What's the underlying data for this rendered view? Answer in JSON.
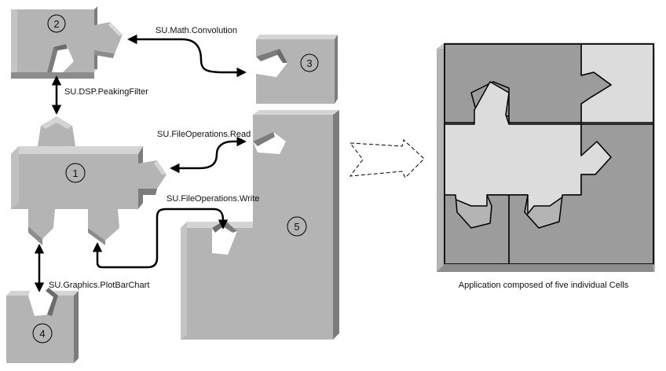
{
  "connections": {
    "convolution": "SU.Math.Convolution",
    "peaking_filter": "SU.DSP.PeakingFilter",
    "file_read": "SU.FileOperations.Read",
    "file_write": "SU.FileOperations.Write",
    "plot_bar_chart": "SU.Graphics.PlotBarChart"
  },
  "cells": {
    "cell1": "1",
    "cell2": "2",
    "cell3": "3",
    "cell4": "4",
    "cell5": "5"
  },
  "caption": "Application composed of five individual Cells",
  "colors": {
    "face": "#b4b4b4",
    "top": "#d4d4d4",
    "side": "#7c7c7c",
    "dark": "#9c9c9c",
    "light": "#dcdcdc"
  }
}
